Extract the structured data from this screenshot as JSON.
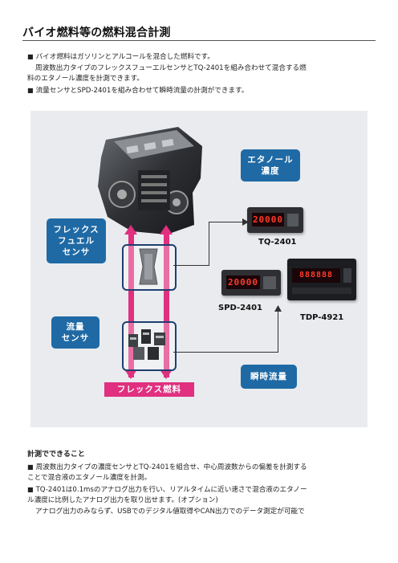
{
  "page": {
    "title": "バイオ燃料等の燃料混合計測",
    "intro": {
      "line1": "バイオ燃料はガソリンとアルコールを混合した燃料です。",
      "line2": "周波数出力タイプのフレックスフューエルセンサとTQ-2401を組み合わせて混合する燃",
      "line3": "料のエタノール濃度を計測できます。",
      "line4": "流量センサとSPD-2401を組み合わせて瞬時流量の計測ができます。"
    },
    "bullet_mark": "■",
    "section2": {
      "heading": "計測でできること",
      "line1": "周波数出力タイプの濃度センサとTQ-2401を組合せ、中心周波数からの偏差を計測する",
      "line2": "ことで混合液のエタノール濃度を計測。",
      "line3": "TQ-2401は0.1msのアナログ出力を行い、リアルタイムに近い速さで混合液のエタノー",
      "line4": "ル濃度に比例したアナログ出力を取り出せます。(オプション)",
      "line5": "アナログ出力のみならず、USBでのデジタル値取得やCAN出力でのデータ測定が可能で"
    }
  },
  "diagram": {
    "labels": {
      "ethanol_line1": "エタノール",
      "ethanol_line2": "濃度",
      "flex_sensor_line1": "フレックス",
      "flex_sensor_line2": "フュエル",
      "flex_sensor_line3": "センサ",
      "flow_sensor_line1": "流量",
      "flow_sensor_line2": "センサ",
      "instant_flow": "瞬時流量",
      "flex_fuel": "フレックス燃料"
    },
    "devices": {
      "tq": "TQ-2401",
      "spd": "SPD-2401",
      "tdp": "TDP-4921"
    },
    "displays": {
      "tq": "20000",
      "spd": "20000",
      "tdp": "888888"
    },
    "colors": {
      "label_blue": "#1f6aa5",
      "pipe_pink": "#e0307f",
      "display_red": "#ff3a2a"
    }
  }
}
